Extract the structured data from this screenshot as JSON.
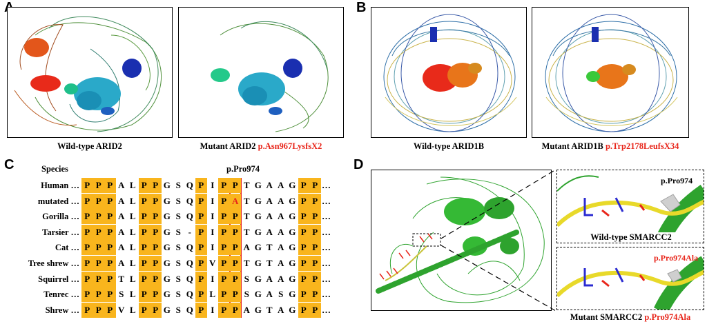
{
  "panels": {
    "A": {
      "letter": "A",
      "left_caption": "Wild-type ARID2",
      "right_caption_prefix": "Mutant ARID2",
      "right_caption_mutation": "p.Asn967LysfsX2"
    },
    "B": {
      "letter": "B",
      "left_caption": "Wild-type ARID1B",
      "right_caption_prefix": "Mutant ARID1B",
      "right_caption_mutation": "p.Trp2178LeufsX34"
    },
    "C": {
      "letter": "C",
      "species_header": "Species",
      "site_label": "p.Pro974",
      "ellipsis": "…",
      "highlight_columns": [
        0,
        1,
        2,
        5,
        6,
        10,
        12,
        13,
        19,
        20
      ],
      "site_column": 13,
      "rows": [
        {
          "species": "Human",
          "seq": [
            "P",
            "P",
            "P",
            "A",
            "L",
            "P",
            "P",
            "G",
            "S",
            "Q",
            "P",
            "I",
            "P",
            "P",
            "T",
            "G",
            "A",
            "A",
            "G",
            "P",
            "P"
          ]
        },
        {
          "species": "mutated",
          "seq": [
            "P",
            "P",
            "P",
            "A",
            "L",
            "P",
            "P",
            "G",
            "S",
            "Q",
            "P",
            "I",
            "P",
            "A",
            "T",
            "G",
            "A",
            "A",
            "G",
            "P",
            "P"
          ],
          "mutant_column": 13
        },
        {
          "species": "Gorilla",
          "seq": [
            "P",
            "P",
            "P",
            "A",
            "L",
            "P",
            "P",
            "G",
            "S",
            "Q",
            "P",
            "I",
            "P",
            "P",
            "T",
            "G",
            "A",
            "A",
            "G",
            "P",
            "P"
          ]
        },
        {
          "species": "Tarsier",
          "seq": [
            "P",
            "P",
            "P",
            "A",
            "L",
            "P",
            "P",
            "G",
            "S",
            "-",
            "P",
            "I",
            "P",
            "P",
            "T",
            "G",
            "A",
            "A",
            "G",
            "P",
            "P"
          ]
        },
        {
          "species": "Cat",
          "seq": [
            "P",
            "P",
            "P",
            "A",
            "L",
            "P",
            "P",
            "G",
            "S",
            "Q",
            "P",
            "I",
            "P",
            "P",
            "A",
            "G",
            "T",
            "A",
            "G",
            "P",
            "P"
          ]
        },
        {
          "species": "Tree shrew",
          "seq": [
            "P",
            "P",
            "P",
            "A",
            "L",
            "P",
            "P",
            "G",
            "S",
            "Q",
            "P",
            "V",
            "P",
            "P",
            "T",
            "G",
            "T",
            "A",
            "G",
            "P",
            "P"
          ]
        },
        {
          "species": "Squirrel",
          "seq": [
            "P",
            "P",
            "P",
            "T",
            "L",
            "P",
            "P",
            "G",
            "S",
            "Q",
            "P",
            "I",
            "P",
            "P",
            "S",
            "G",
            "A",
            "A",
            "G",
            "P",
            "P"
          ]
        },
        {
          "species": "Tenrec",
          "seq": [
            "P",
            "P",
            "P",
            "S",
            "L",
            "P",
            "P",
            "G",
            "S",
            "Q",
            "P",
            "L",
            "P",
            "P",
            "S",
            "G",
            "A",
            "S",
            "G",
            "P",
            "P"
          ]
        },
        {
          "species": "Shrew",
          "seq": [
            "P",
            "P",
            "P",
            "V",
            "L",
            "P",
            "P",
            "G",
            "S",
            "Q",
            "P",
            "I",
            "P",
            "P",
            "A",
            "G",
            "T",
            "A",
            "G",
            "P",
            "P"
          ]
        }
      ]
    },
    "D": {
      "letter": "D",
      "wt_label": "p.Pro974",
      "wt_caption": "Wild-type SMARCC2",
      "mut_label": "p.Pro974Ala",
      "bottom_caption_prefix": "Mutant SMARCC2",
      "bottom_caption_mutation": "p.Pro974Ala"
    }
  },
  "colors": {
    "highlight": "#f9b51d",
    "mutation_red": "#e8251a",
    "helix_green": "#22b52b"
  }
}
